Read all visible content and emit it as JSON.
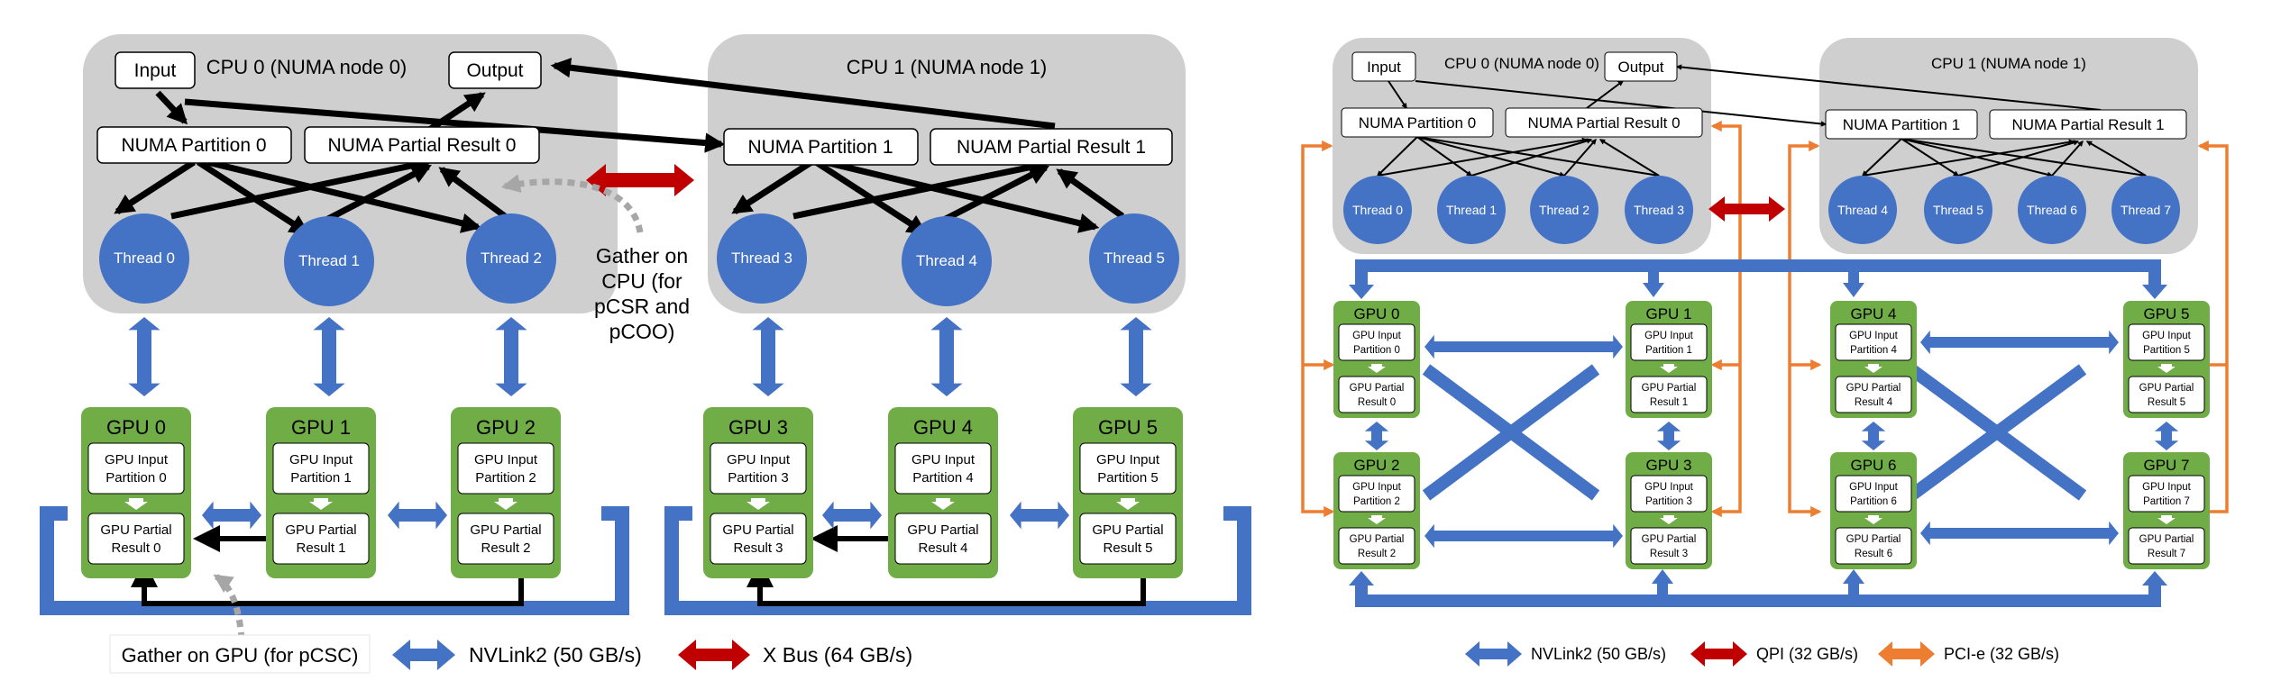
{
  "left": {
    "cpu0_title": "CPU 0 (NUMA node 0)",
    "cpu1_title": "CPU 1 (NUMA node 1)",
    "input": "Input",
    "output": "Output",
    "numa_part0": "NUMA Partition 0",
    "numa_result0": "NUMA Partial Result 0",
    "numa_part1": "NUMA Partition 1",
    "numa_result1": "NUAM Partial Result 1",
    "threads": [
      "Thread 0",
      "Thread 1",
      "Thread 2",
      "Thread 3",
      "Thread 4",
      "Thread 5"
    ],
    "gather_cpu": [
      "Gather on",
      "CPU (for",
      "pCSR and",
      "pCOO)"
    ],
    "gpus": [
      {
        "title": "GPU 0",
        "input": [
          "GPU Input",
          "Partition 0"
        ],
        "result": [
          "GPU Partial",
          "Result 0"
        ]
      },
      {
        "title": "GPU 1",
        "input": [
          "GPU Input",
          "Partition 1"
        ],
        "result": [
          "GPU Partial",
          "Result 1"
        ]
      },
      {
        "title": "GPU 2",
        "input": [
          "GPU Input",
          "Partition 2"
        ],
        "result": [
          "GPU Partial",
          "Result 2"
        ]
      },
      {
        "title": "GPU 3",
        "input": [
          "GPU Input",
          "Partition 3"
        ],
        "result": [
          "GPU Partial",
          "Result 3"
        ]
      },
      {
        "title": "GPU 4",
        "input": [
          "GPU Input",
          "Partition 4"
        ],
        "result": [
          "GPU Partial",
          "Result 4"
        ]
      },
      {
        "title": "GPU 5",
        "input": [
          "GPU Input",
          "Partition 5"
        ],
        "result": [
          "GPU Partial",
          "Result 5"
        ]
      }
    ],
    "legend": {
      "gather_gpu": "Gather on GPU (for pCSC)",
      "nvlink": "NVLink2 (50 GB/s)",
      "xbus": "X Bus (64 GB/s)"
    }
  },
  "right": {
    "cpu0_title": "CPU 0 (NUMA node 0)",
    "cpu1_title": "CPU 1 (NUMA node 1)",
    "input": "Input",
    "output": "Output",
    "numa_part0": "NUMA Partition 0",
    "numa_result0": "NUMA Partial Result 0",
    "numa_part1": "NUMA Partition 1",
    "numa_result1": "NUMA Partial Result 1",
    "threads": [
      "Thread 0",
      "Thread 1",
      "Thread 2",
      "Thread 3",
      "Thread 4",
      "Thread 5",
      "Thread 6",
      "Thread 7"
    ],
    "gpus": [
      {
        "title": "GPU 0",
        "input": [
          "GPU Input",
          "Partition 0"
        ],
        "result": [
          "GPU Partial",
          "Result 0"
        ]
      },
      {
        "title": "GPU 1",
        "input": [
          "GPU Input",
          "Partition 1"
        ],
        "result": [
          "GPU Partial",
          "Result 1"
        ]
      },
      {
        "title": "GPU 2",
        "input": [
          "GPU Input",
          "Partition 2"
        ],
        "result": [
          "GPU Partial",
          "Result 2"
        ]
      },
      {
        "title": "GPU 3",
        "input": [
          "GPU Input",
          "Partition 3"
        ],
        "result": [
          "GPU Partial",
          "Result 3"
        ]
      },
      {
        "title": "GPU 4",
        "input": [
          "GPU Input",
          "Partition 4"
        ],
        "result": [
          "GPU Partial",
          "Result 4"
        ]
      },
      {
        "title": "GPU 5",
        "input": [
          "GPU Input",
          "Partition 5"
        ],
        "result": [
          "GPU Partial",
          "Result 5"
        ]
      },
      {
        "title": "GPU 6",
        "input": [
          "GPU Input",
          "Partition 6"
        ],
        "result": [
          "GPU Partial",
          "Result 6"
        ]
      },
      {
        "title": "GPU 7",
        "input": [
          "GPU Input",
          "Partition 7"
        ],
        "result": [
          "GPU Partial",
          "Result 7"
        ]
      }
    ],
    "legend": {
      "nvlink": "NVLink2 (50 GB/s)",
      "qpi": "QPI (32 GB/s)",
      "pcie": "PCI-e (32 GB/s)"
    }
  },
  "colors": {
    "cpu_bg": "#d0cfcf",
    "thread": "#4472c4",
    "gpu": "#70ad47",
    "nvlink": "#4472c4",
    "bus": "#c00000",
    "pcie": "#ed7d31",
    "gather": "#a6a6a6"
  }
}
